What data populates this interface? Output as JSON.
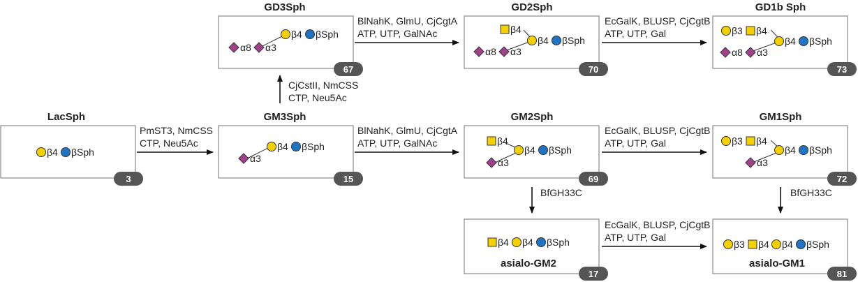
{
  "colors": {
    "galactose": "#f5d000",
    "glucose": "#1f74c4",
    "sialic_acid": "#a0418b",
    "galnac": "#f5d000",
    "badge": "#555555",
    "box_border": "#888888"
  },
  "nodes": {
    "lacsph": {
      "title": "LacSph",
      "badge": "3",
      "glycan": {
        "gal": "β4",
        "glc": "βSph"
      }
    },
    "gm3sph": {
      "title": "GM3Sph",
      "badge": "15",
      "glycan": {
        "gal": "β4",
        "glc": "βSph",
        "neu": "α3"
      }
    },
    "gd3sph": {
      "title": "GD3Sph",
      "badge": "67",
      "glycan": {
        "gal": "β4",
        "glc": "βSph",
        "neu1": "α3",
        "neu2": "α8"
      }
    },
    "gm2sph": {
      "title": "GM2Sph",
      "badge": "69",
      "glycan": {
        "galnac": "β4",
        "gal": "β4",
        "glc": "βSph",
        "neu": "α3"
      }
    },
    "gd2sph": {
      "title": "GD2Sph",
      "badge": "70",
      "glycan": {
        "galnac": "β4",
        "gal": "β4",
        "glc": "βSph",
        "neu1": "α3",
        "neu2": "α8"
      }
    },
    "gm1sph": {
      "title": "GM1Sph",
      "badge": "72",
      "glycan": {
        "gal_t": "β3",
        "galnac": "β4",
        "gal": "β4",
        "glc": "βSph",
        "neu": "α3"
      }
    },
    "gd1bsph": {
      "title": "GD1b Sph",
      "badge": "73",
      "glycan": {
        "gal_t": "β3",
        "galnac": "β4",
        "gal": "β4",
        "glc": "βSph",
        "neu1": "α3",
        "neu2": "α8"
      }
    },
    "asialogm2": {
      "title": "asialo-GM2",
      "badge": "17",
      "glycan": {
        "galnac": "β4",
        "gal": "β4",
        "glc": "βSph"
      }
    },
    "asialogm1": {
      "title": "asialo-GM1",
      "badge": "81",
      "glycan": {
        "gal_t": "β3",
        "galnac": "β4",
        "gal": "β4",
        "glc": "βSph"
      }
    }
  },
  "reactions": {
    "lac_to_gm3": {
      "line1": "PmST3, NmCSS",
      "line2": "CTP, Neu5Ac"
    },
    "gm3_to_gd3": {
      "line1": "CjCstII, NmCSS",
      "line2": "CTP, Neu5Ac"
    },
    "gd3_to_gd2": {
      "line1": "BlNahK, GlmU, CjCgtA",
      "line2": "ATP, UTP, GalNAc"
    },
    "gd2_to_gd1b": {
      "line1": "EcGalK, BLUSP, CjCgtB",
      "line2": "ATP, UTP, Gal"
    },
    "gm3_to_gm2": {
      "line1": "BlNahK, GlmU, CjCgtA",
      "line2": "ATP, UTP, GalNAc"
    },
    "gm2_to_gm1": {
      "line1": "EcGalK, BLUSP, CjCgtB",
      "line2": "ATP, UTP, Gal"
    },
    "gm2_to_agm2": {
      "line1": "BfGH33C"
    },
    "gm1_to_agm1": {
      "line1": "BfGH33C"
    },
    "agm2_to_agm1": {
      "line1": "EcGalK, BLUSP, CjCgtB",
      "line2": "ATP, UTP, Gal"
    }
  }
}
